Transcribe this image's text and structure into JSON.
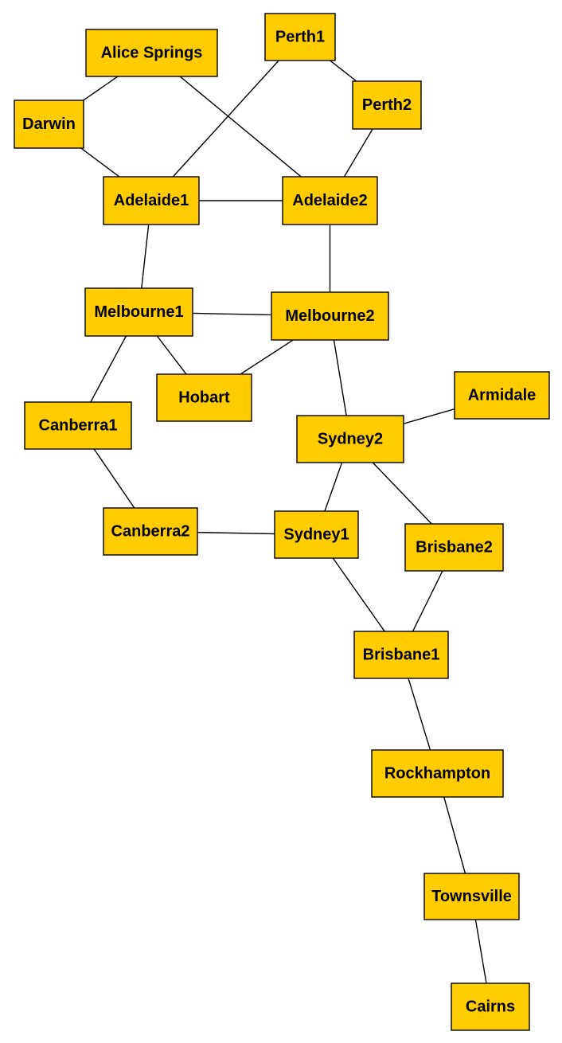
{
  "colors": {
    "node_fill": "#ffcc00",
    "node_stroke": "#000000",
    "edge": "#000000",
    "background": "#ffffff"
  },
  "nodes": [
    {
      "id": "alice_springs",
      "label": "Alice Springs"
    },
    {
      "id": "perth1",
      "label": "Perth1"
    },
    {
      "id": "perth2",
      "label": "Perth2"
    },
    {
      "id": "darwin",
      "label": "Darwin"
    },
    {
      "id": "adelaide1",
      "label": "Adelaide1"
    },
    {
      "id": "adelaide2",
      "label": "Adelaide2"
    },
    {
      "id": "melbourne1",
      "label": "Melbourne1"
    },
    {
      "id": "melbourne2",
      "label": "Melbourne2"
    },
    {
      "id": "hobart",
      "label": "Hobart"
    },
    {
      "id": "canberra1",
      "label": "Canberra1"
    },
    {
      "id": "canberra2",
      "label": "Canberra2"
    },
    {
      "id": "armidale",
      "label": "Armidale"
    },
    {
      "id": "sydney2",
      "label": "Sydney2"
    },
    {
      "id": "sydney1",
      "label": "Sydney1"
    },
    {
      "id": "brisbane2",
      "label": "Brisbane2"
    },
    {
      "id": "brisbane1",
      "label": "Brisbane1"
    },
    {
      "id": "rockhampton",
      "label": "Rockhampton"
    },
    {
      "id": "townsville",
      "label": "Townsville"
    },
    {
      "id": "cairns",
      "label": "Cairns"
    }
  ],
  "edges": [
    {
      "from": "alice_springs",
      "to": "darwin"
    },
    {
      "from": "alice_springs",
      "to": "adelaide2"
    },
    {
      "from": "darwin",
      "to": "adelaide1"
    },
    {
      "from": "perth1",
      "to": "adelaide1"
    },
    {
      "from": "perth1",
      "to": "perth2"
    },
    {
      "from": "perth2",
      "to": "adelaide2"
    },
    {
      "from": "adelaide1",
      "to": "adelaide2"
    },
    {
      "from": "adelaide1",
      "to": "melbourne1"
    },
    {
      "from": "adelaide2",
      "to": "melbourne2"
    },
    {
      "from": "melbourne1",
      "to": "melbourne2"
    },
    {
      "from": "melbourne1",
      "to": "hobart"
    },
    {
      "from": "melbourne1",
      "to": "canberra1"
    },
    {
      "from": "melbourne2",
      "to": "hobart"
    },
    {
      "from": "melbourne2",
      "to": "sydney2"
    },
    {
      "from": "canberra1",
      "to": "canberra2"
    },
    {
      "from": "canberra2",
      "to": "sydney1"
    },
    {
      "from": "sydney2",
      "to": "armidale"
    },
    {
      "from": "sydney2",
      "to": "sydney1"
    },
    {
      "from": "sydney2",
      "to": "brisbane2"
    },
    {
      "from": "sydney1",
      "to": "brisbane1"
    },
    {
      "from": "brisbane2",
      "to": "brisbane1"
    },
    {
      "from": "brisbane1",
      "to": "rockhampton"
    },
    {
      "from": "rockhampton",
      "to": "townsville"
    },
    {
      "from": "townsville",
      "to": "cairns"
    }
  ]
}
